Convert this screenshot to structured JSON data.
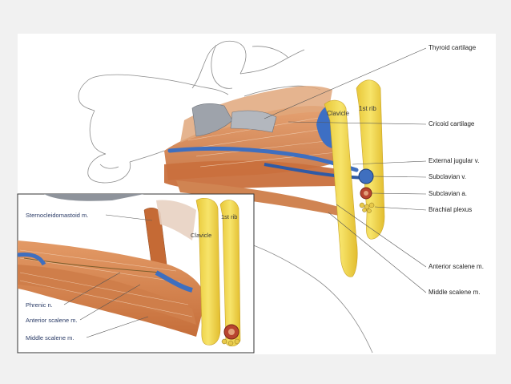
{
  "labels": {
    "thyroid_cartilage": "Thyroid cartilage",
    "cricoid_cartilage": "Cricoid cartilage",
    "external_jugular": "External jugular v.",
    "subclavian_v": "Subclavian v.",
    "subclavian_a": "Subclavian a.",
    "brachial_plexus": "Brachial plexus",
    "anterior_scalene": "Anterior scalene m.",
    "middle_scalene": "Middle scalene m.",
    "clavicle": "Clavicle",
    "first_rib": "1st rib"
  },
  "inset_labels": {
    "sternocleidomastoid": "Sternocleidomastoid m.",
    "phrenic": "Phrenic n.",
    "anterior_scalene": "Anterior scalene m.",
    "middle_scalene": "Middle scalene m.",
    "clavicle": "Clavicle",
    "first_rib": "1st rib"
  },
  "colors": {
    "muscle": "#d98a57",
    "muscle_dark": "#b8642f",
    "vein": "#3f6fbf",
    "artery": "#b8442f",
    "bone": "#f2d84a",
    "nerve": "#e8c94a",
    "cartilage": "#9ea3ab"
  }
}
